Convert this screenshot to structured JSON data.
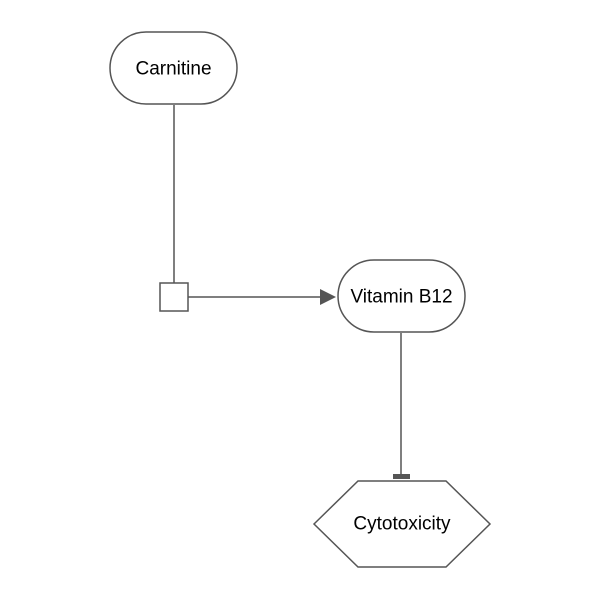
{
  "diagram": {
    "nodes": {
      "carnitine": {
        "label": "Carnitine",
        "shape": "stadium"
      },
      "vitamin_b12": {
        "label": "Vitamin B12",
        "shape": "stadium"
      },
      "cytotoxicity": {
        "label": "Cytotoxicity",
        "shape": "hexagon"
      },
      "process": {
        "label": "",
        "shape": "square"
      }
    },
    "edges": [
      {
        "from": "carnitine",
        "to": "process",
        "type": "line"
      },
      {
        "from": "process",
        "to": "vitamin_b12",
        "type": "arrow"
      },
      {
        "from": "vitamin_b12",
        "to": "cytotoxicity",
        "type": "inhibition"
      }
    ],
    "colors": {
      "stroke": "#555555",
      "fill": "#ffffff",
      "text": "#000000"
    }
  }
}
